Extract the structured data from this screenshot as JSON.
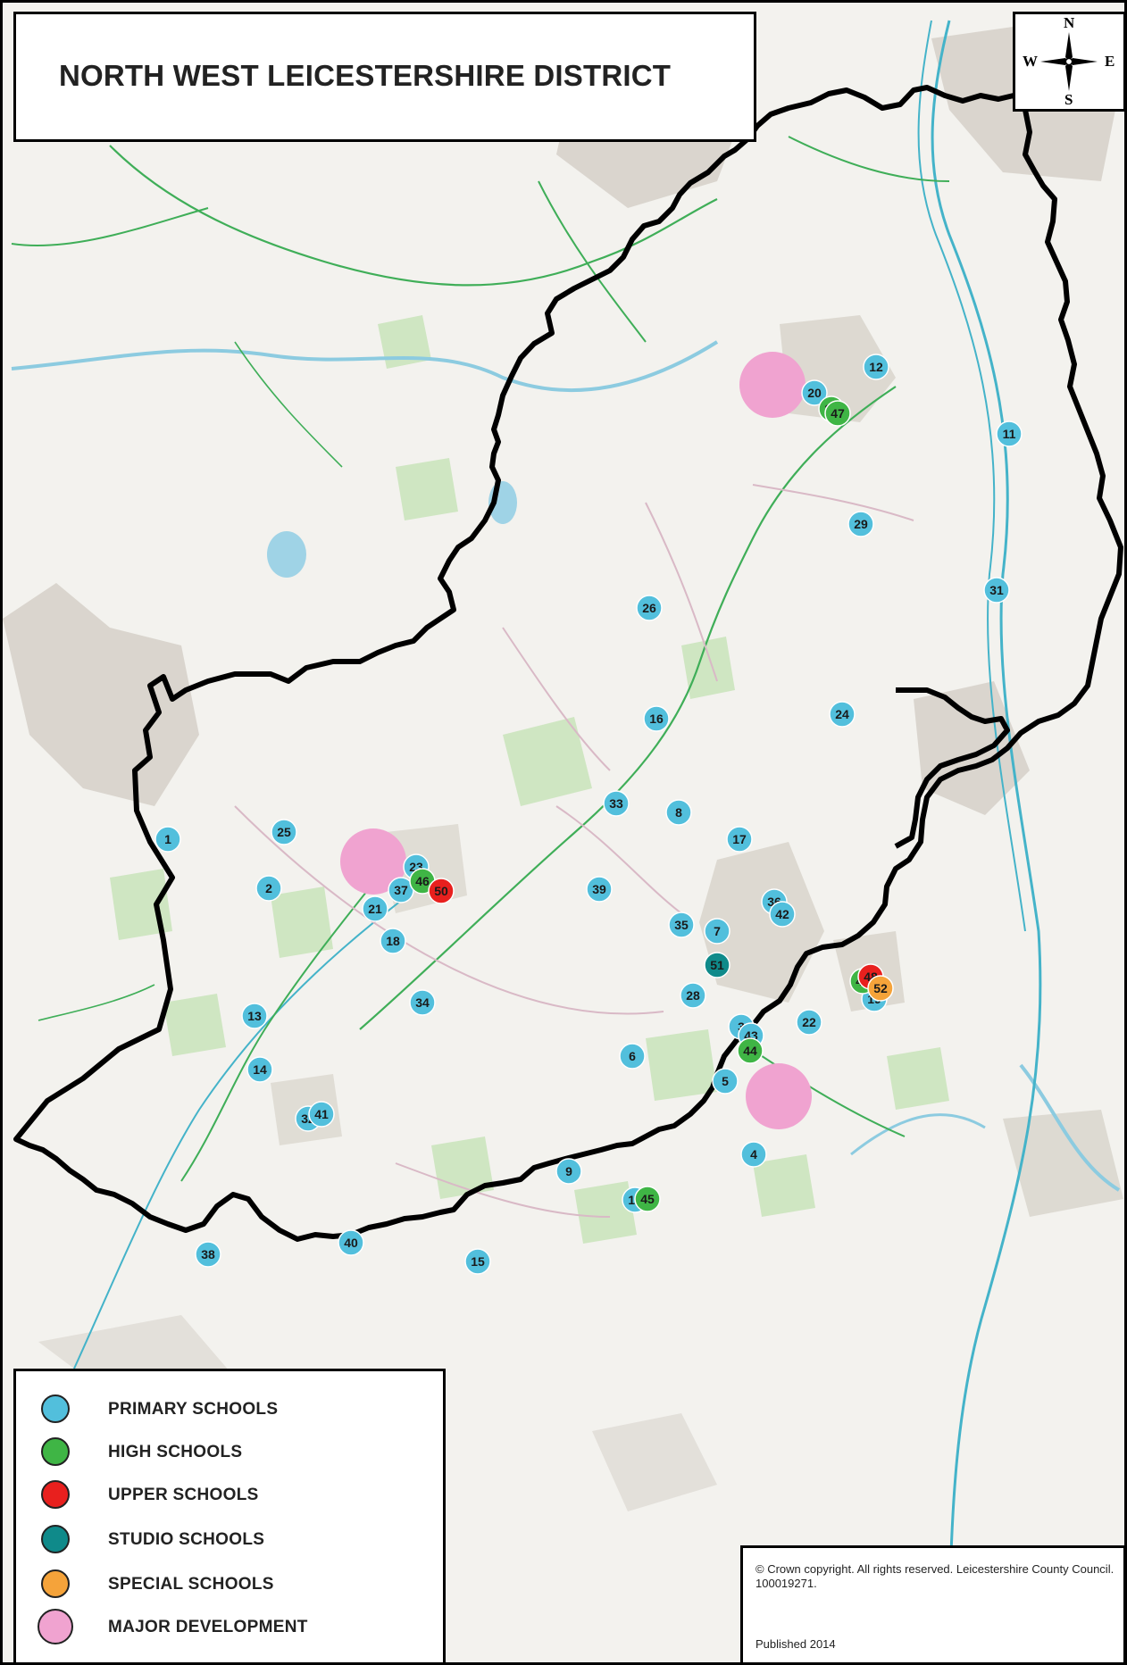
{
  "map": {
    "title": "NORTH WEST LEICESTERSHIRE DISTRICT",
    "compass": {
      "n": "N",
      "s": "S",
      "e": "E",
      "w": "W"
    },
    "colors": {
      "primary": "#52bfdc",
      "high": "#3fb545",
      "upper": "#e8201e",
      "studio": "#0f8a8a",
      "special": "#f5a33a",
      "development": "#f0a3d0",
      "boundary": "#000000",
      "road": "#3fae58",
      "motorway": "#44b3c9",
      "river": "#7fc6de",
      "woodland": "#cfe6c2",
      "urban": "#c9c3ba"
    },
    "legend": [
      {
        "label": "PRIMARY SCHOOLS",
        "category": "primary"
      },
      {
        "label": "HIGH SCHOOLS",
        "category": "high"
      },
      {
        "label": "UPPER SCHOOLS",
        "category": "upper"
      },
      {
        "label": "STUDIO SCHOOLS",
        "category": "studio"
      },
      {
        "label": "SPECIAL SCHOOLS",
        "category": "special"
      },
      {
        "label": "MAJOR DEVELOPMENT",
        "category": "development"
      }
    ],
    "copyright": "© Crown copyright. All rights reserved. Leicestershire County Council. 100019271.",
    "published": "Published 2014"
  }
}
